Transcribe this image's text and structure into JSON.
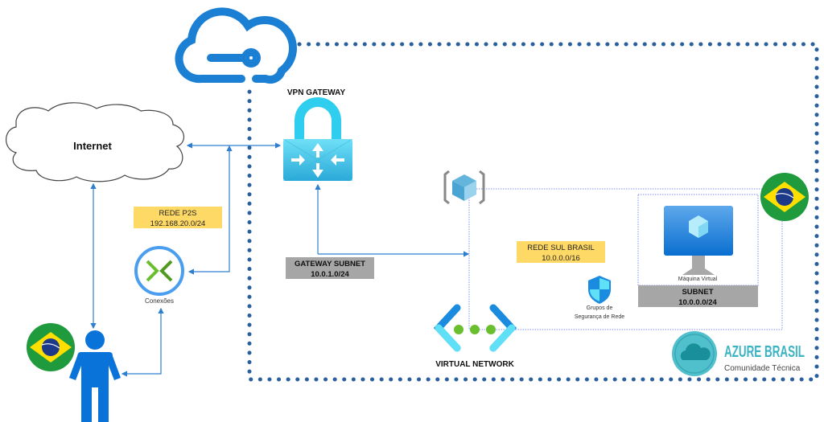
{
  "internet": {
    "label": "Internet"
  },
  "vpn_gateway": {
    "label": "VPN GATEWAY"
  },
  "rede_p2s": {
    "title": "REDE P2S",
    "range": "192.168.20.0/24"
  },
  "gateway_subnet": {
    "title": "GATEWAY SUBNET",
    "range": "10.0.1.0/24"
  },
  "conexoes": {
    "label": "Conexões"
  },
  "rede_sul": {
    "title": "REDE SUL BRASIL",
    "range": "10.0.0.0/16"
  },
  "nsg": {
    "label_line1": "Grupos de",
    "label_line2": "Segurança de Rede"
  },
  "vm": {
    "label": "Máquina Virtual"
  },
  "subnet": {
    "title": "SUBNET",
    "range": "10.0.0.0/24"
  },
  "virtual_network": {
    "label": "VIRTUAL NETWORK"
  },
  "logo": {
    "title": "AZURE BRASIL",
    "subtitle": "Comunidade Técnica"
  },
  "colors": {
    "line": "#2e7fd0",
    "border_dots": "#2a5f9e",
    "yellow": "#ffd966",
    "gray": "#a6a6a6",
    "azure": "#0078d4",
    "brand_teal": "#3bb3c3"
  }
}
